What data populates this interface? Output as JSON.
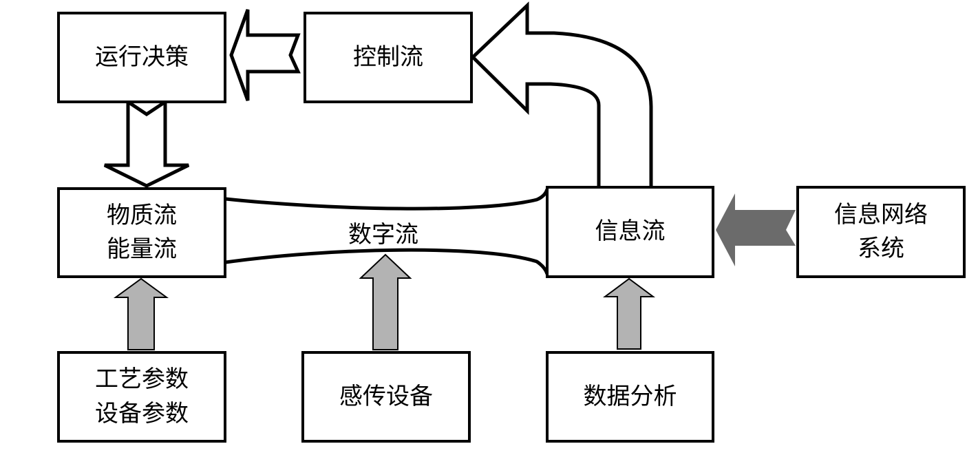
{
  "diagram": {
    "nodes": {
      "decision": {
        "lines": [
          "运行决策"
        ]
      },
      "control": {
        "lines": [
          "控制流"
        ]
      },
      "material": {
        "lines": [
          "物质流",
          "能量流"
        ]
      },
      "information": {
        "lines": [
          "信息流"
        ]
      },
      "network": {
        "lines": [
          "信息网络",
          "系统"
        ]
      },
      "process": {
        "lines": [
          "工艺参数",
          "设备参数"
        ]
      },
      "sensor": {
        "lines": [
          "感传设备"
        ]
      },
      "analysis": {
        "lines": [
          "数据分析"
        ]
      }
    },
    "digital_flow_label": "数字流",
    "edges": [
      {
        "from": "control",
        "to": "decision",
        "style": "hollow-notched-arrow"
      },
      {
        "from": "information",
        "to": "control",
        "style": "hollow-curved-arrow"
      },
      {
        "from": "decision",
        "to": "material",
        "style": "hollow-notched-arrow"
      },
      {
        "from": "network",
        "to": "information",
        "style": "dark-notched-arrow"
      },
      {
        "from": "process",
        "to": "material",
        "style": "gray-arrow"
      },
      {
        "from": "sensor",
        "to": "digital-flow",
        "style": "gray-arrow"
      },
      {
        "from": "analysis",
        "to": "information",
        "style": "gray-arrow"
      },
      {
        "from": "material",
        "to": "information",
        "style": "digital-flow-channel",
        "label": "数字流"
      }
    ],
    "colors": {
      "stroke": "#000000",
      "gray_arrow_fill": "#b3b3b3",
      "dark_arrow_fill": "#6b6b6b",
      "background": "#ffffff"
    }
  }
}
